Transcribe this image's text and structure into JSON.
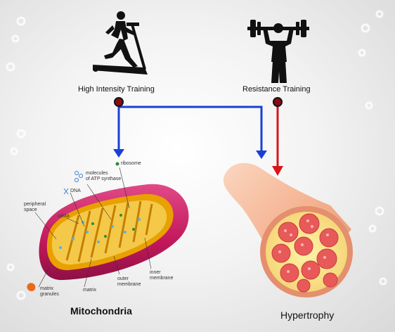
{
  "sources": {
    "hit": {
      "label": "High Intensity Training",
      "icon": "treadmill-runner-icon"
    },
    "resistance": {
      "label": "Resistance Training",
      "icon": "weightlifter-icon"
    }
  },
  "targets": {
    "mitochondria": {
      "label": "Mitochondria"
    },
    "hypertrophy": {
      "label": "Hypertrophy"
    }
  },
  "mito_labels": {
    "ribosome": "ribosome",
    "atp": "molecules\nof ATP synthase",
    "dna": "DNA",
    "peripheral": "peripheral\nspace",
    "crista": "crista",
    "matrix_granules": "matrix\ngranules",
    "matrix": "matrix",
    "outer": "outer\nmembrane",
    "inner": "inner\nmembrane"
  },
  "colors": {
    "blue_arrow": "#1a3fd6",
    "red_arrow": "#d8141c",
    "node": "#8b0a14",
    "mito_outer": "#c2185b",
    "mito_inner": "#e8a100",
    "muscle": "#f3b090",
    "fiber": "#e85a5a"
  }
}
